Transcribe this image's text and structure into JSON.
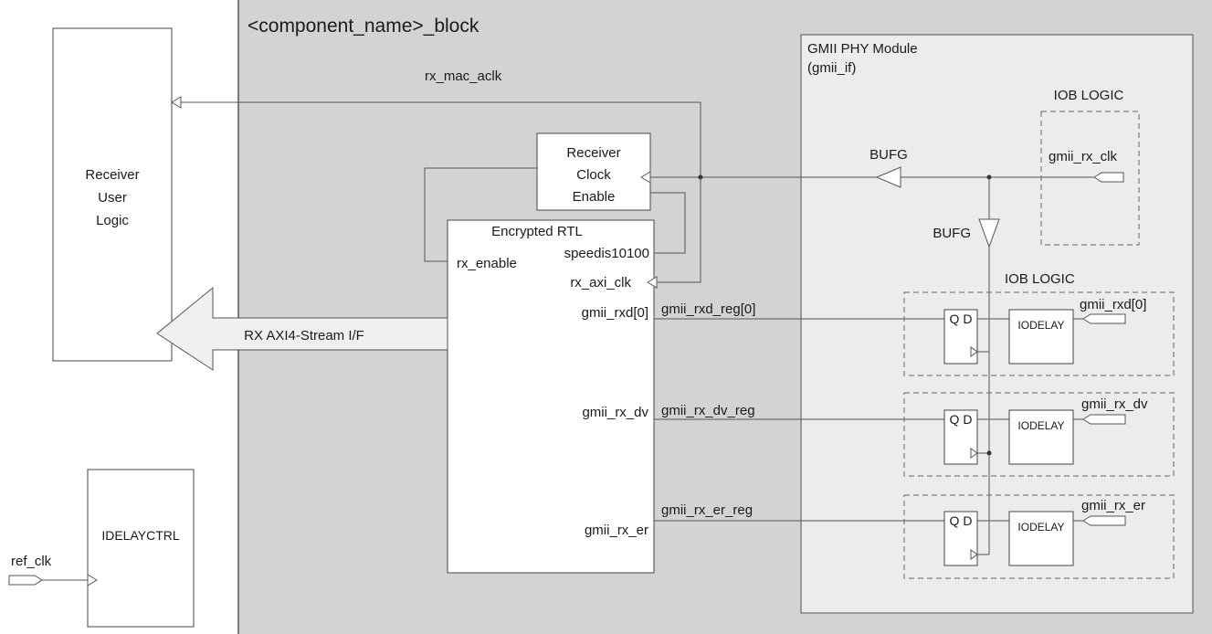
{
  "block_title": "<component_name>_block",
  "phy_module": {
    "title_line1": "GMII PHY Module",
    "title_line2": "(gmii_if)"
  },
  "receiver_user_logic": {
    "line1": "Receiver",
    "line2": "User",
    "line3": "Logic"
  },
  "receiver_clock_enable": {
    "line1": "Receiver",
    "line2": "Clock",
    "line3": "Enable"
  },
  "encrypted_rtl": {
    "title": "Encrypted RTL",
    "port_speedis": "speedis10100",
    "port_rx_enable": "rx_enable",
    "port_rx_axi_clk": "rx_axi_clk",
    "port_gmii_rxd": "gmii_rxd[0]",
    "port_gmii_rx_dv": "gmii_rx_dv",
    "port_gmii_rx_er": "gmii_rx_er"
  },
  "idelayctrl": {
    "label": "IDELAYCTRL"
  },
  "signals": {
    "rx_mac_aclk": "rx_mac_aclk",
    "rx_axi4_stream": "RX AXI4-Stream I/F",
    "gmii_rxd_reg": "gmii_rxd_reg[0]",
    "gmii_rx_dv_reg": "gmii_rx_dv_reg",
    "gmii_rx_er_reg": "gmii_rx_er_reg",
    "ref_clk": "ref_clk"
  },
  "bufg_horizontal": "BUFG",
  "bufg_vertical": "BUFG",
  "iob_clock": {
    "title": "IOB LOGIC",
    "pin": "gmii_rx_clk"
  },
  "iob_data": {
    "title": "IOB LOGIC",
    "rows": [
      {
        "pin": "gmii_rxd[0]",
        "ff": "Q D",
        "delay": "IODELAY"
      },
      {
        "pin": "gmii_rx_dv",
        "ff": "Q D",
        "delay": "IODELAY"
      },
      {
        "pin": "gmii_rx_er",
        "ff": "Q D",
        "delay": "IODELAY"
      }
    ]
  }
}
